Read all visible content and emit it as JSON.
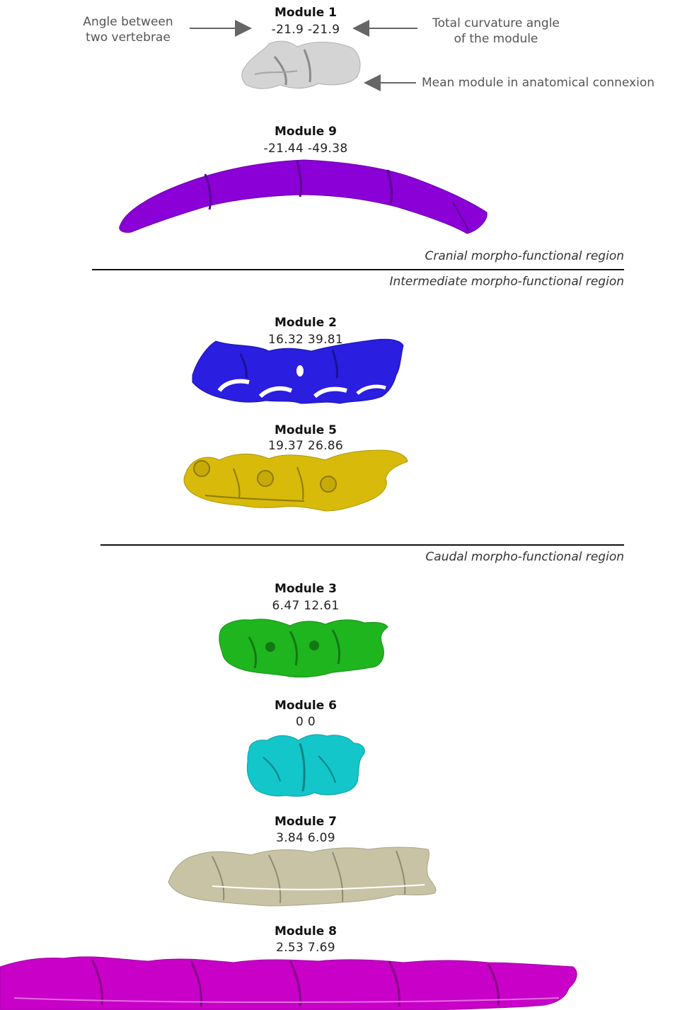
{
  "annotations": {
    "angle_between": "Angle between\ntwo vertebrae",
    "total_curvature": "Total curvature angle\nof the module",
    "mean_module": "Mean module in anatomical connexion"
  },
  "regions": {
    "cranial": "Cranial morpho-functional region",
    "intermediate": "Intermediate morpho-functional region",
    "caudal": "Caudal morpho-functional region"
  },
  "modules": {
    "m1": {
      "title": "Module 1",
      "values": "-21.9  -21.9",
      "color": "#d4d4d4",
      "shade": "#8a8a8a"
    },
    "m9": {
      "title": "Module 9",
      "values": "-21.44  -49.38",
      "color": "#8a00d6",
      "shade": "#5c0095"
    },
    "m2": {
      "title": "Module 2",
      "values": "16.32  39.81",
      "color": "#2a1ee0",
      "shade": "#1a1296"
    },
    "m5": {
      "title": "Module 5",
      "values": "19.37  26.86",
      "color": "#d8ba0a",
      "shade": "#8f7a05"
    },
    "m3": {
      "title": "Module 3",
      "values": "6.47  12.61",
      "color": "#1fb51f",
      "shade": "#137813"
    },
    "m6": {
      "title": "Module 6",
      "values": "0  0",
      "color": "#12c6c9",
      "shade": "#0a8486"
    },
    "m7": {
      "title": "Module 7",
      "values": "3.84  6.09",
      "color": "#c9c3a6",
      "shade": "#8f8a70"
    },
    "m8": {
      "title": "Module 8",
      "values": "2.53  7.69",
      "color": "#c800c8",
      "shade": "#860086"
    }
  }
}
